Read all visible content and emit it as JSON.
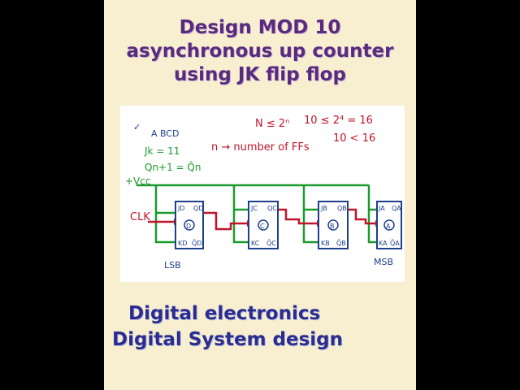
{
  "title": {
    "line1": "Design MOD 10",
    "line2": "asynchronous up counter",
    "line3": "using JK flip flop"
  },
  "notes": {
    "outputs": "A BCD",
    "jk": "Jk = 11",
    "toggle": "Qn+1 = Q̄n",
    "vcc": "+Vcc",
    "condition": "N ≤ 2ⁿ",
    "n_def": "n → number of FFs",
    "power_step": "10 ≤ 2⁴ = 16",
    "check": "10 < 16",
    "clk": "CLK",
    "lsb": "LSB",
    "msb": "MSB"
  },
  "flip_flops": [
    {
      "name": "D",
      "j": "JD",
      "k": "KD",
      "q": "QD",
      "qbar": "Q̄D"
    },
    {
      "name": "C",
      "j": "JC",
      "k": "KC",
      "q": "QC",
      "qbar": "Q̄C"
    },
    {
      "name": "B",
      "j": "JB",
      "k": "KB",
      "q": "QB",
      "qbar": "Q̄B"
    },
    {
      "name": "A",
      "j": "JA",
      "k": "KA",
      "q": "QA",
      "qbar": "Q̄A"
    }
  ],
  "footer": {
    "line1": "Digital electronics",
    "line2": "Digital System design"
  },
  "colors": {
    "title": "#5a2a7e",
    "footer": "#2a2d8f",
    "wire_green": "#1b9a2e",
    "wire_red": "#c0152a",
    "ff_box": "#1d3f8c",
    "panel": "#f7efcf"
  }
}
